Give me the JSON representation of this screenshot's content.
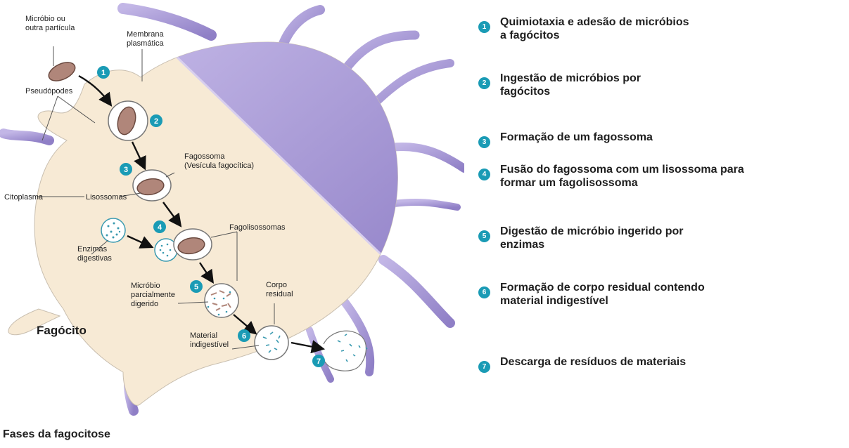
{
  "diagram": {
    "labels": {
      "microbe": "Micróbio ou\noutra partícula",
      "membrane": "Membrana\nplasmática",
      "pseudopods": "Pseudópodes",
      "phagosome": "Fagossoma\n(Vesícula fagocítica)",
      "cytoplasm": "Citoplasma",
      "lysosomes": "Lisossomas",
      "phagolysosomes": "Fagolisossomas",
      "enzymes": "Enzimas\ndigestivas",
      "partially_digested": "Micróbio\nparcialmente\ndigerido",
      "residual_body": "Corpo\nresidual",
      "indigestible": "Material\nindigestível",
      "phagocyte": "Fagócito"
    },
    "badge_numbers": [
      "1",
      "2",
      "3",
      "4",
      "5",
      "6",
      "7"
    ],
    "colors": {
      "cell_light": "#f7ead5",
      "cell_purple": "#a99bd6",
      "microbe": "#b0867a",
      "badge": "#1a9bb5",
      "vesicle_dots": "#3a9ab0"
    }
  },
  "steps": [
    {
      "number": "1",
      "text": "Quimiotaxia e adesão de micróbios\na fagócitos"
    },
    {
      "number": "2",
      "text": "Ingestão de micróbios por\nfagócitos"
    },
    {
      "number": "3",
      "text": "Formação de um fagossoma"
    },
    {
      "number": "4",
      "text": "Fusão do fagossoma com um lisossoma para\nformar um fagolisossoma"
    },
    {
      "number": "5",
      "text": "Digestão de micróbio ingerido por\nenzimas"
    },
    {
      "number": "6",
      "text": "Formação de corpo residual contendo\nmaterial indigestível"
    },
    {
      "number": "7",
      "text": "Descarga de resíduos de materiais"
    }
  ],
  "caption": "Fases da fagocitose"
}
